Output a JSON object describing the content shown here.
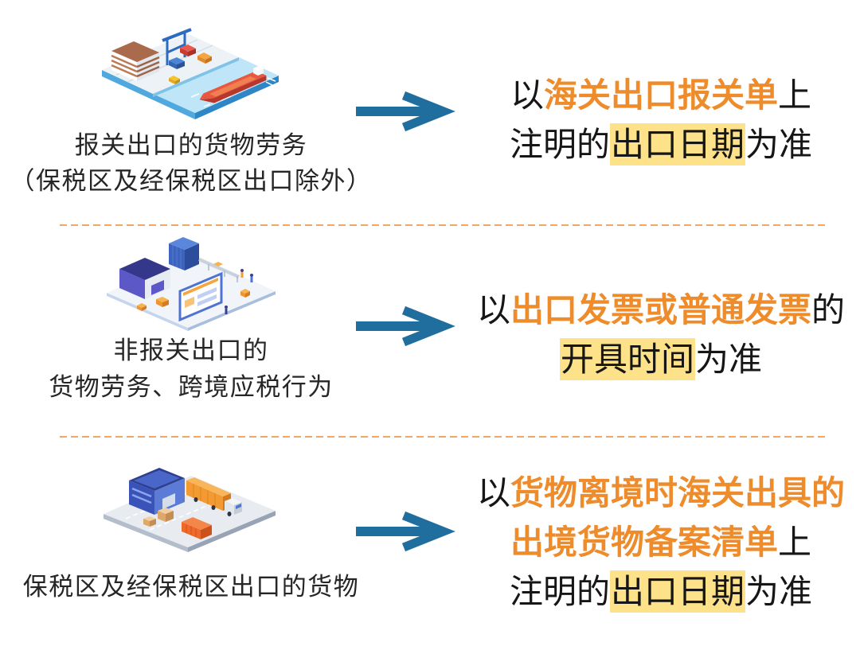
{
  "icons": {
    "arrow": "arrow-right-icon",
    "row1_illustration": "port-illustration-icon",
    "row2_illustration": "warehouse-logistics-illustration-icon",
    "row3_illustration": "bonded-warehouse-truck-illustration-icon"
  },
  "colors": {
    "text": "#161616",
    "caption_text": "#262626",
    "emphasis": "#ee8c2c",
    "highlight": "#fde28a",
    "arrow": "#1f6e9e",
    "divider": "#f3a661",
    "background": "#ffffff"
  },
  "rows": [
    {
      "caption": [
        "报关出口的货物劳务",
        "（保税区及经保税区出口除外）"
      ],
      "rule": [
        [
          "以",
          "海关出口报关单",
          "上"
        ],
        [
          "注明的",
          "出口日期",
          "为准"
        ]
      ]
    },
    {
      "caption": [
        "非报关出口的",
        "货物劳务、跨境应税行为"
      ],
      "rule": [
        [
          "以",
          "出口发票或普通发票",
          "的"
        ],
        [
          "开具时间",
          "为准"
        ]
      ]
    },
    {
      "caption": [
        "保税区及经保税区出口的货物"
      ],
      "rule": [
        [
          "以",
          "货物离境时海关出具的"
        ],
        [
          "出境货物备案清单",
          "上"
        ],
        [
          "注明的",
          "出口日期",
          "为准"
        ]
      ]
    }
  ]
}
